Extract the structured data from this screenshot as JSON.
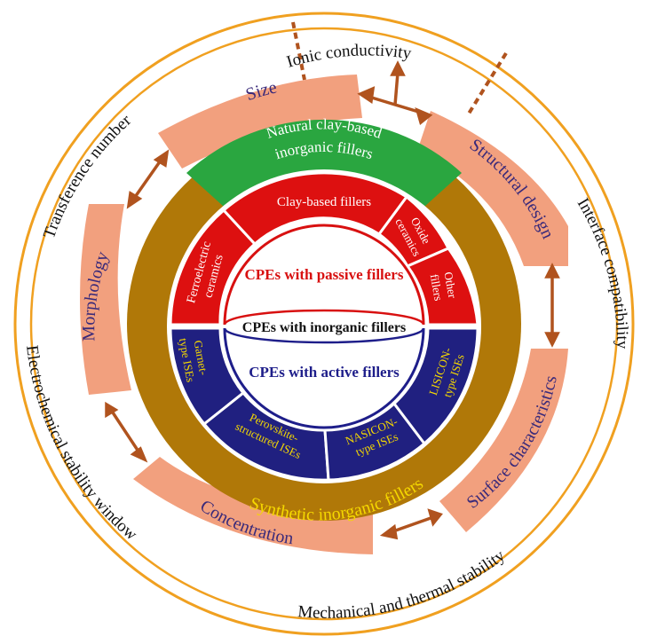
{
  "outer_labels": {
    "ionic_conductivity": "Ionic conductivity",
    "transference_number": "Transference number",
    "interface_compatibility": "Interface compatibility",
    "electrochemical_stability_window": "Electrochemical stability window",
    "mechanical_thermal_stability": "Mechanical and thermal stability"
  },
  "factors": {
    "size": "Size",
    "structural_design": "Structural design",
    "morphology": "Morphology",
    "surface_characteristics": "Surface characteristics",
    "concentration": "Concentration"
  },
  "filler_classes": {
    "natural_line1": "Natural clay-based",
    "natural_line2": "inorganic fillers",
    "synthetic": "Synthetic inorganic fillers"
  },
  "passive_fillers": {
    "clay_based": "Clay-based fillers",
    "oxide_line1": "Oxide",
    "oxide_line2": "ceramics",
    "other_line1": "Other",
    "other_line2": "fillers",
    "ferro_line1": "Ferroelectric",
    "ferro_line2": "ceramics"
  },
  "active_fillers": {
    "garnet_line1": "Garnet-",
    "garnet_line2": "type ISEs",
    "perov_line1": "Perovskite-",
    "perov_line2": "structured ISEs",
    "nasicon_line1": "NASICON-",
    "nasicon_line2": "type ISEs",
    "lisicon_line1": "LISICON-",
    "lisicon_line2": "type ISEs"
  },
  "center": {
    "passive": "CPEs with passive fillers",
    "inorganic": "CPEs with inorganic fillers",
    "active": "CPEs with active fillers"
  },
  "colors": {
    "outer_ring": "#f0a020",
    "factor_fill": "#f2a07e",
    "factor_text": "#3a2a7a",
    "arrow": "#b0531e",
    "synthetic_ring": "#b07808",
    "natural_green": "#2aa640",
    "passive_red": "#dd1010",
    "active_blue": "#202080",
    "yellow_text": "#f5d800",
    "center_red": "#d81010",
    "center_blue": "#1e1e8a"
  }
}
